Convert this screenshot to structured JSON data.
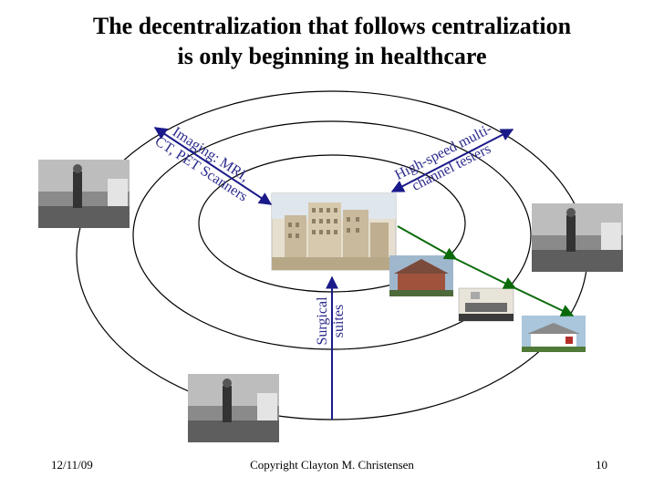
{
  "slide": {
    "title_line1": "The decentralization that follows centralization",
    "title_line2": "is only beginning in healthcare"
  },
  "labels": {
    "imaging_line1": "Imaging: MRI,",
    "imaging_line2": "CT, PET Scanners",
    "testers_line1": "High-speed multi-",
    "testers_line2": "channel testers",
    "surgical_line1": "Surgical",
    "surgical_line2": "suites"
  },
  "footer": {
    "date": "12/11/09",
    "copyright": "Copyright Clayton M. Christensen",
    "page_number": "10"
  },
  "colors": {
    "label_text": "#2a2a8c",
    "blue_arrow": "#1a1a8a",
    "green_arrow": "#0a6a0a",
    "rings": "#000000"
  }
}
